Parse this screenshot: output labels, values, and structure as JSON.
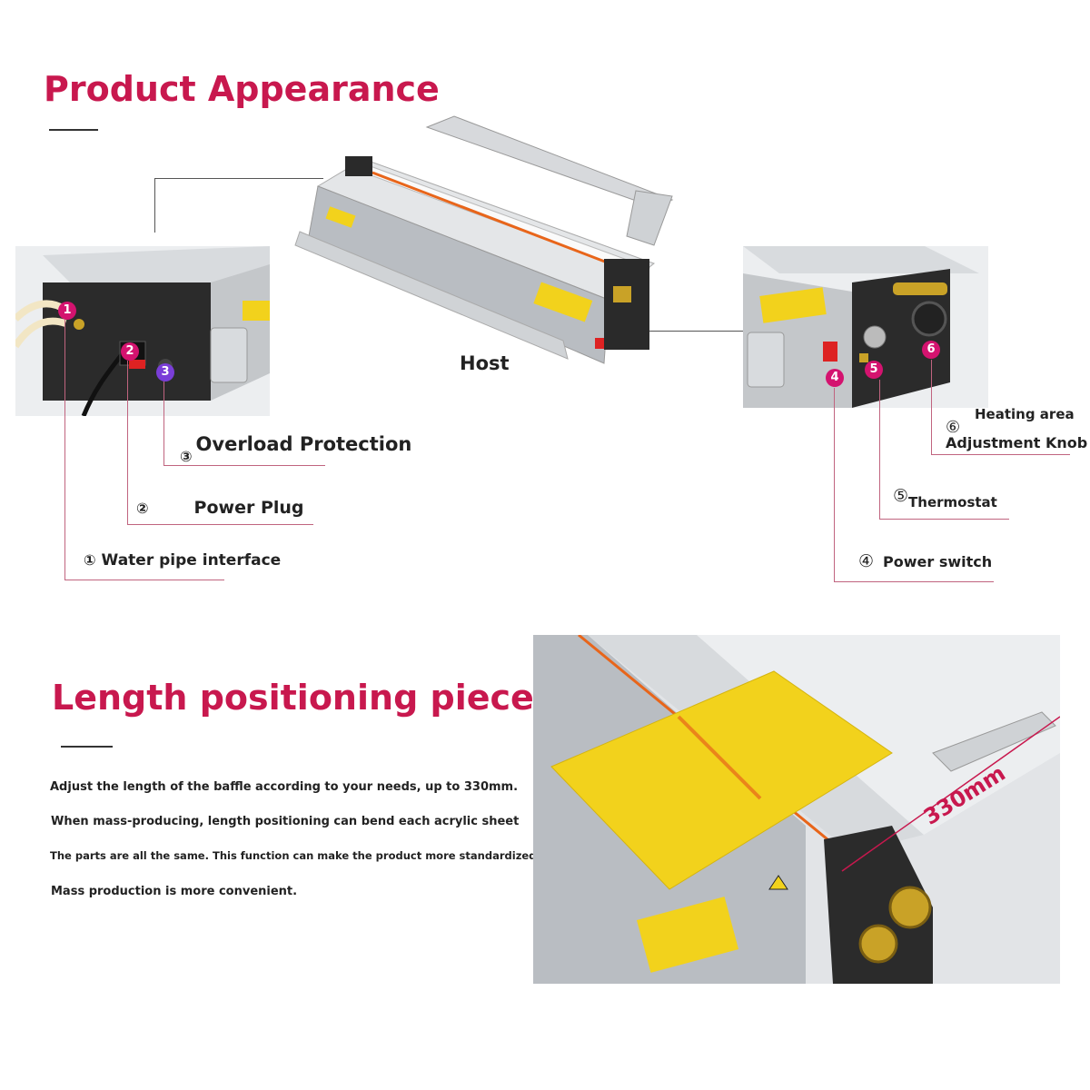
{
  "section1": {
    "title": "Product Appearance",
    "host_label": "Host"
  },
  "left_callouts": [
    {
      "num": "③",
      "label": "Overload Protection"
    },
    {
      "num": "②",
      "label": "Power Plug"
    },
    {
      "num": "①",
      "label": "Water pipe interface"
    }
  ],
  "right_callouts": [
    {
      "num": "⑥",
      "label_line1": "Heating area",
      "label_line2": "Adjustment Knob"
    },
    {
      "num": "⑤",
      "label": "Thermostat"
    },
    {
      "num": "④",
      "label": "Power switch"
    }
  ],
  "pins_left": [
    "1",
    "2",
    "3"
  ],
  "pins_right": [
    "4",
    "5",
    "6"
  ],
  "section2": {
    "title": "Length positioning piece",
    "lines": [
      "Adjust the length of the baffle according to your needs, up to 330mm.",
      "When mass-producing, length positioning can bend each acrylic sheet",
      "The parts are all the same. This function can make the product more standardized, allowing",
      "Mass production is more convenient."
    ],
    "dimension_label": "330mm"
  },
  "colors": {
    "title": "#c8184e",
    "callout_line": "#c0647f",
    "pin": "#d4136f",
    "acrylic_sheet": "#f2d21c",
    "heater_wire": "#e8651a"
  }
}
